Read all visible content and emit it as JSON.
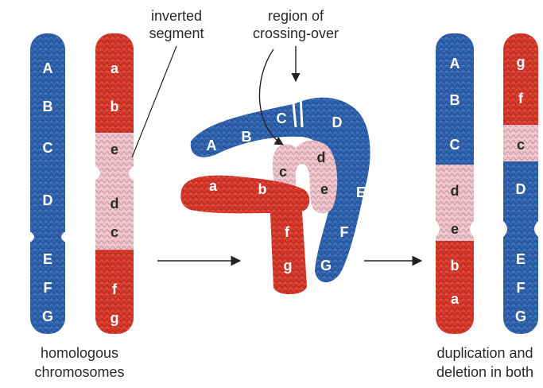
{
  "labels": {
    "inverted_segment_line1": "inverted",
    "inverted_segment_line2": "segment",
    "crossing_over_line1": "region of",
    "crossing_over_line2": "crossing-over",
    "homologous_line1": "homologous",
    "homologous_line2": "chromosomes",
    "result_line1": "duplication and",
    "result_line2": "deletion in both"
  },
  "chromosomes": {
    "left_blue": [
      "A",
      "B",
      "C",
      "D",
      "E",
      "F",
      "G"
    ],
    "left_red": [
      "a",
      "b",
      "e",
      "d",
      "c",
      "f",
      "g"
    ],
    "middle_blue": [
      "A",
      "B",
      "C",
      "D",
      "E",
      "F",
      "G"
    ],
    "middle_red": [
      "a",
      "b",
      "c",
      "d",
      "e",
      "f",
      "g"
    ],
    "right_first": [
      "A",
      "B",
      "C",
      "d",
      "e",
      "b",
      "a"
    ],
    "right_second": [
      "g",
      "f",
      "c",
      "D",
      "E",
      "F",
      "G"
    ]
  },
  "colors": {
    "blue": "#2f63b0",
    "blue_dark": "#1f4b8e",
    "red": "#d9392b",
    "red_dark": "#b02a1f",
    "pink": "#f1c3cd",
    "pink_dark": "#d79aab",
    "arrow": "#222222"
  }
}
